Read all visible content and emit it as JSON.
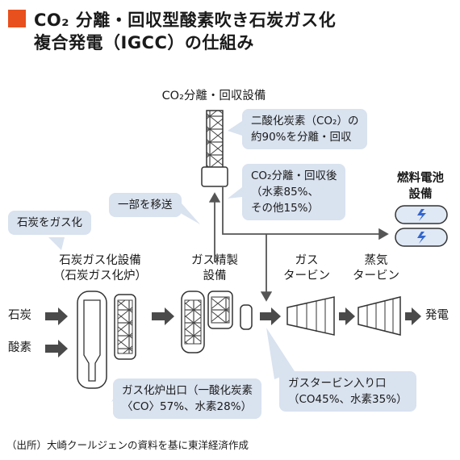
{
  "title": {
    "line1": "CO₂ 分離・回収型酸素吹き石炭ガス化",
    "line2": "複合発電（IGCC）の仕組み"
  },
  "labels": {
    "co2_facility": "CO₂分離・回収設備",
    "fuel_cell_line1": "燃料電池",
    "fuel_cell_line2": "設備",
    "gasifier_line1": "石炭ガス化設備",
    "gasifier_line2": "（石炭ガス化炉）",
    "refining_line1": "ガス精製",
    "refining_line2": "設備",
    "gas_turbine_line1": "ガス",
    "gas_turbine_line2": "タービン",
    "steam_turbine_line1": "蒸気",
    "steam_turbine_line2": "タービン",
    "coal": "石炭",
    "oxygen": "酸素",
    "power": "発電"
  },
  "callouts": {
    "co2_separation_line1": "二酸化炭素（CO₂）の",
    "co2_separation_line2": "約90%を分離・回収",
    "after_recovery_line1": "CO₂分離・回収後",
    "after_recovery_line2": "（水素85%、",
    "after_recovery_line3": "その他15%）",
    "partial_transfer": "一部を移送",
    "coal_gasify": "石炭をガス化",
    "gasifier_outlet_line1": "ガス化炉出口（一酸化炭素",
    "gasifier_outlet_line2": "〈CO〉57%、水素28%）",
    "turbine_inlet_line1": "ガスタービン入り口",
    "turbine_inlet_line2": "（CO45%、水素35%）"
  },
  "source": "（出所）大崎クールジェンの資料を基に東洋経済作成",
  "colors": {
    "accent": "#e8501d",
    "callout_bg": "#d9e2ef",
    "arrow": "#4a4a4a",
    "equipment_stroke": "#333333",
    "fuel_cell_fill": "#dfe8f5",
    "bolt": "#3366cc"
  }
}
